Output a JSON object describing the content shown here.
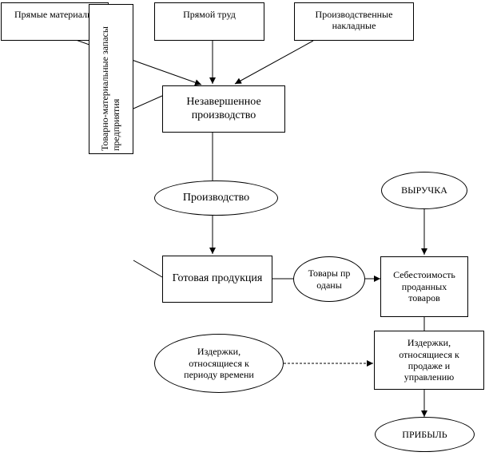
{
  "nodes": {
    "direct_materials": "Прямые материалы",
    "inventories": "Товарно-материальные запасы предприятия",
    "direct_labor": "Прямой труд",
    "overhead": "Производственные накладные",
    "wip": "Незавершенное производство",
    "production": "Производство",
    "revenue": "ВЫРУЧКА",
    "finished_goods": "Готовая продукция",
    "goods_sold": "Товары проданы",
    "cogs": "Себестоимость проданных товаров",
    "period_costs": "Издержки, относящиеся к периоду времени",
    "selling_admin": "Издержки, относящиеся к продаже и управлению",
    "profit": "ПРИБЫЛЬ"
  }
}
